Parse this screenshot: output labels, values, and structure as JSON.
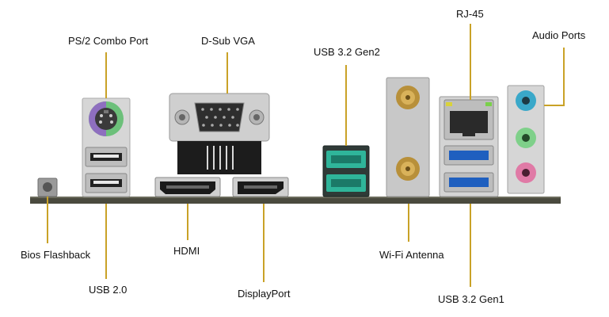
{
  "colors": {
    "leader": "#c9a227",
    "board": "#4a4a3e",
    "metal": "#cfcfcf",
    "usb3_blue": "#1f5fbf",
    "usb_gen2_teal": "#22a58a",
    "ps2_purple": "#8e6fbf",
    "ps2_green": "#6cc07a",
    "audio_blue": "#3aa8c9",
    "audio_green": "#7fd08a",
    "audio_pink": "#e07aa6",
    "antenna_gold": "#b8903a"
  },
  "labels": {
    "ps2": "PS/2 Combo Port",
    "dsub": "D-Sub VGA",
    "usb_gen2": "USB 3.2 Gen2",
    "rj45": "RJ-45",
    "audio": "Audio Ports",
    "bios": "Bios Flashback",
    "usb20": "USB 2.0",
    "hdmi": "HDMI",
    "displayport": "DisplayPort",
    "wifi": "Wi-Fi Antenna",
    "usb_gen1": "USB 3.2 Gen1"
  }
}
